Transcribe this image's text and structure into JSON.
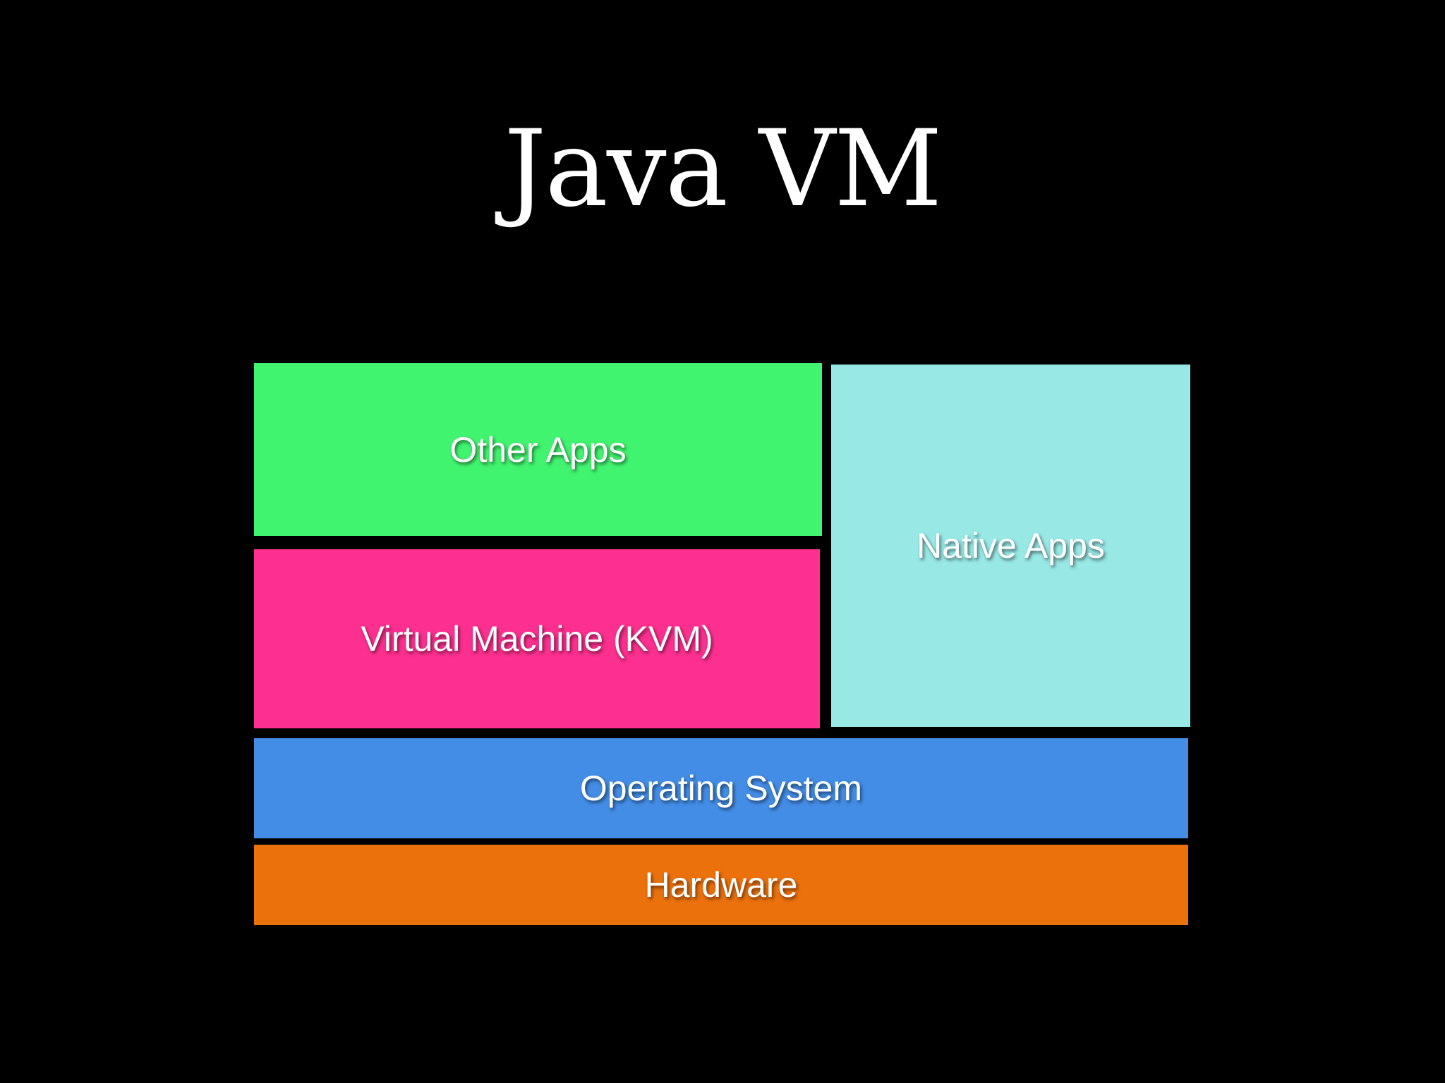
{
  "slide": {
    "title": "Java VM",
    "background": "#000000"
  },
  "layers": {
    "other_apps": {
      "label": "Other Apps",
      "color": "#41f46f"
    },
    "virtual_machine": {
      "label": "Virtual Machine (KVM)",
      "color": "#fd2f8f"
    },
    "native_apps": {
      "label": "Native Apps",
      "color": "#98e8e6"
    },
    "operating_system": {
      "label": "Operating System",
      "color": "#438de6"
    },
    "hardware": {
      "label": "Hardware",
      "color": "#eb710d"
    }
  }
}
